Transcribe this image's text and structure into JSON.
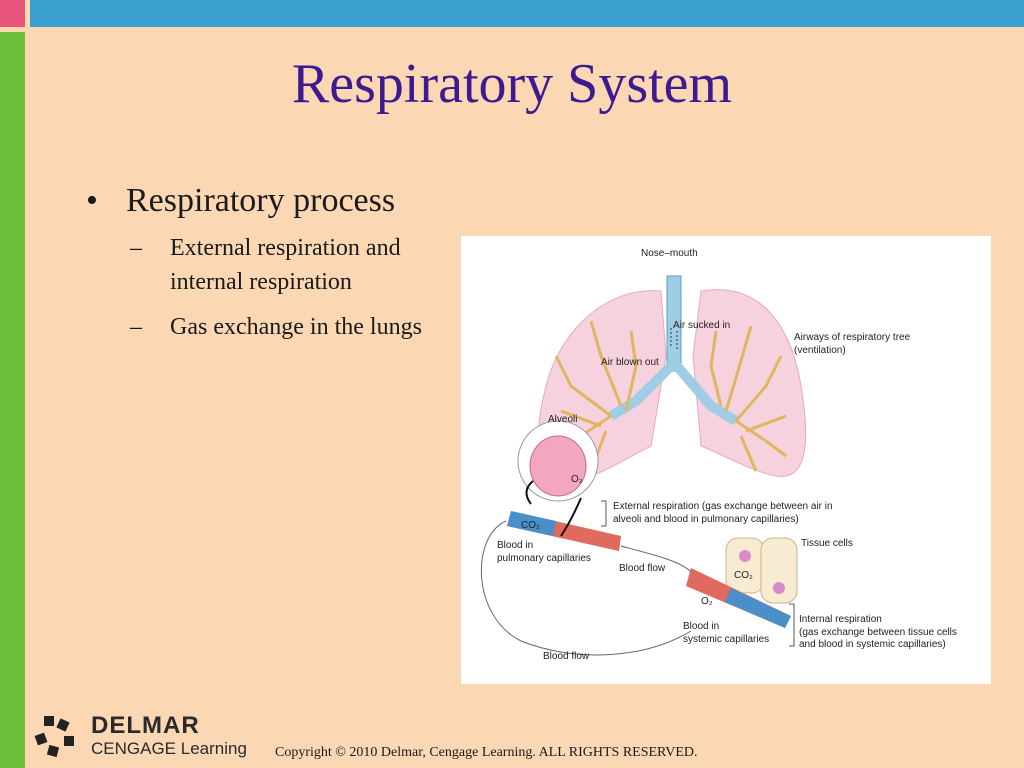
{
  "slide": {
    "title": "Respiratory System",
    "bullets": [
      {
        "text": "Respiratory process",
        "sub": [
          "External respiration and internal respiration",
          "Gas exchange in the lungs"
        ]
      }
    ]
  },
  "figure": {
    "labels": {
      "nose_mouth": "Nose–mouth",
      "air_sucked_in": "Air sucked in",
      "air_blown_out": "Air blown out",
      "airways_1": "Airways of respiratory tree",
      "airways_2": "(ventilation)",
      "alveoli": "Alveoli",
      "o2": "O₂",
      "co2": "CO₂",
      "external_1": "External respiration (gas exchange between air in",
      "external_2": "alveoli and blood in pulmonary capillaries)",
      "blood_pulm_1": "Blood in",
      "blood_pulm_2": "pulmonary capillaries",
      "blood_flow": "Blood flow",
      "tissue_cells": "Tissue cells",
      "internal_1": "Internal respiration",
      "internal_2": "(gas exchange between tissue cells",
      "internal_3": "and blood in systemic capillaries)",
      "blood_sys_1": "Blood in",
      "blood_sys_2": "systemic capillaries"
    }
  },
  "footer": {
    "brand_top": "DELMAR",
    "brand_bottom": "CENGAGE Learning",
    "copyright": "Copyright © 2010 Delmar, Cengage Learning. ALL RIGHTS RESERVED."
  },
  "colors": {
    "background": "#fbd7b4",
    "title": "#3d1a8f",
    "top_band": "#3aa0d0",
    "left_band": "#6bbf3a",
    "corner": "#e8537a"
  }
}
